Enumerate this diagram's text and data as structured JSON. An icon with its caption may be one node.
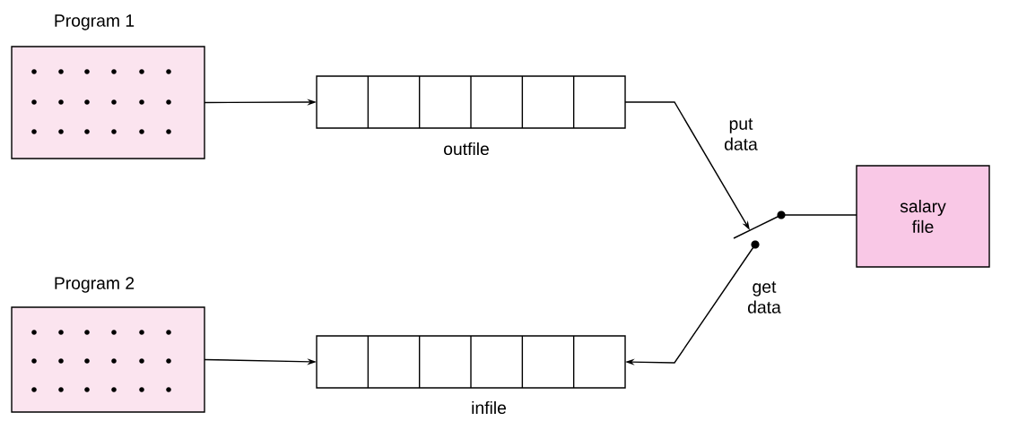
{
  "diagram": {
    "nodes": [
      {
        "text": [
          "Program 1"
        ]
      },
      {
        "text": [
          "outfile"
        ]
      },
      {
        "text": [
          "Program 2"
        ]
      },
      {
        "text": [
          "infile"
        ]
      },
      {
        "text": [],
        "shape": "switch"
      },
      {
        "text": [
          "salary file"
        ]
      }
    ],
    "edges": [
      {
        "from": 0,
        "to": 1,
        "arrow": "to"
      },
      {
        "from": 1,
        "to": 4,
        "arrow": "to",
        "label": "put data"
      },
      {
        "from": 4,
        "to": 5,
        "arrow": "none"
      },
      {
        "from": 4,
        "to": 3,
        "arrow": "to",
        "label": "get data"
      },
      {
        "from": 2,
        "to": 3,
        "arrow": "to"
      }
    ]
  }
}
